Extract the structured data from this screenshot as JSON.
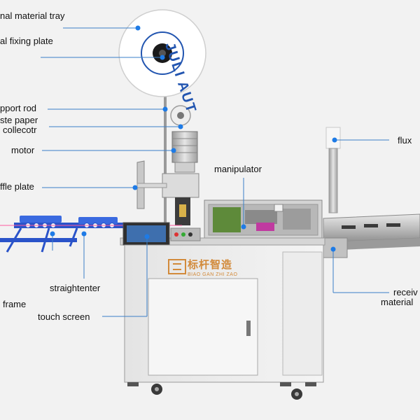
{
  "labels": {
    "material_tray": "nal material tray",
    "fixing_plate": "al fixing plate",
    "support_rod": "pport rod",
    "waste_paper_line1": "ste paper",
    "waste_paper_line2": "collecotr",
    "motor": "motor",
    "baffle_plate": "ffle plate",
    "manipulator": "manipulator",
    "flux": "flux",
    "straightenter": "straightenter",
    "frame": "frame",
    "touch_screen": "touch screen",
    "receiving_line1": "receiv",
    "receiving_line2": "material"
  },
  "brand": {
    "cn": "标杆智造",
    "pinyin": "BIAO GAN ZHI ZAO",
    "reel_text": "JULI AUT"
  },
  "colors": {
    "leader": "#3a7fc8",
    "dot": "#1e7be6",
    "brand": "#d28a3a",
    "reel_text": "#2255b0"
  }
}
